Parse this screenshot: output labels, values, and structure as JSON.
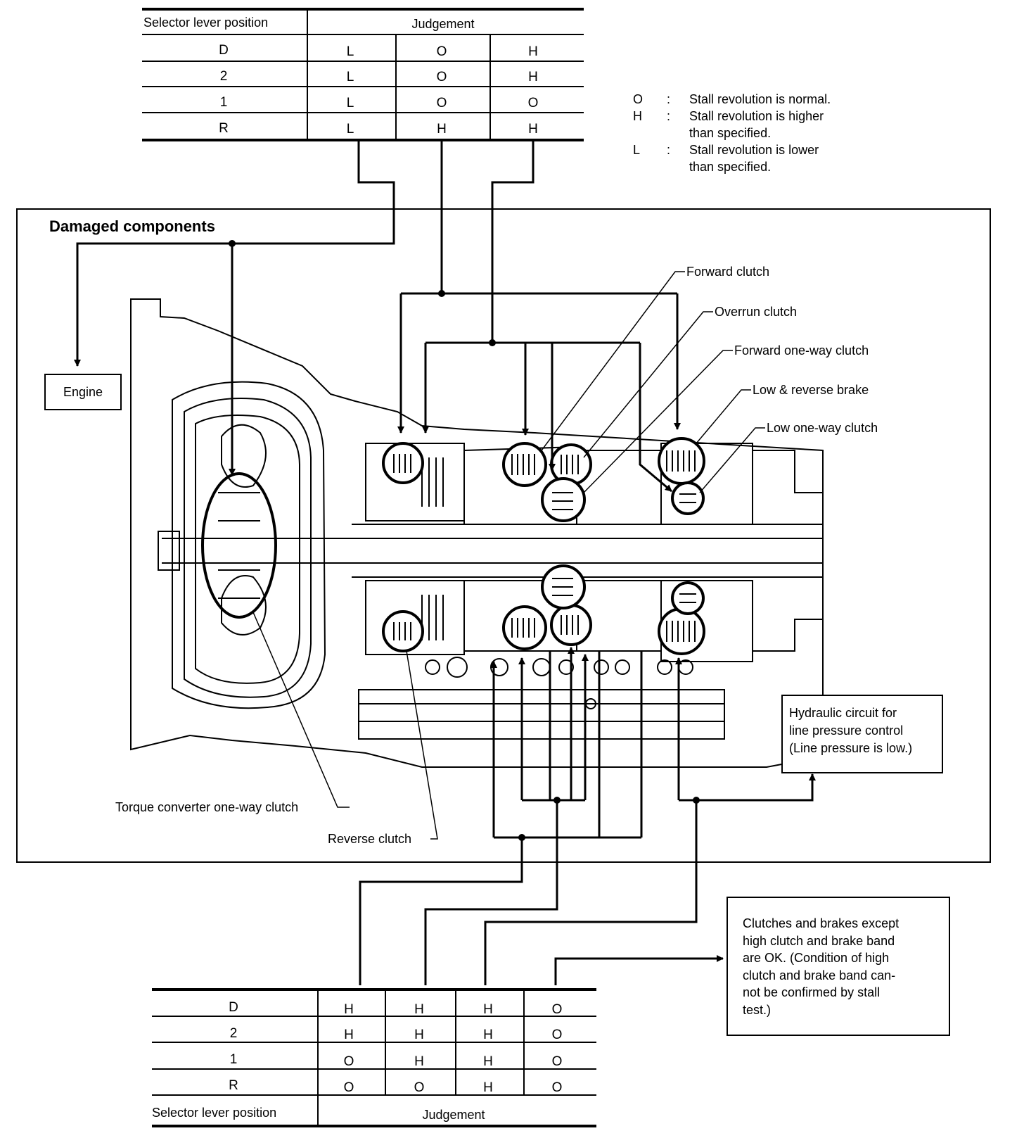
{
  "top_table": {
    "header_position": "Selector lever position",
    "header_judgement": "Judgement",
    "rows": [
      {
        "position": "D",
        "values": [
          "L",
          "O",
          "H"
        ]
      },
      {
        "position": "2",
        "values": [
          "L",
          "O",
          "H"
        ]
      },
      {
        "position": "1",
        "values": [
          "L",
          "O",
          "O"
        ]
      },
      {
        "position": "R",
        "values": [
          "L",
          "H",
          "H"
        ]
      }
    ]
  },
  "legend": [
    {
      "symbol": "O",
      "sep": ":",
      "line1": "Stall revolution is normal.",
      "line2": ""
    },
    {
      "symbol": "H",
      "sep": ":",
      "line1": "Stall revolution is higher",
      "line2": "than specified."
    },
    {
      "symbol": "L",
      "sep": ":",
      "line1": "Stall revolution is lower",
      "line2": "than specified."
    }
  ],
  "panel": {
    "title": "Damaged components",
    "engine": "Engine",
    "components": {
      "forward_clutch": "Forward clutch",
      "overrun_clutch": "Overrun clutch",
      "forward_one_way_clutch": "Forward one-way clutch",
      "low_reverse_brake": "Low & reverse brake",
      "low_one_way_clutch": "Low one-way clutch",
      "torque_converter_one_way_clutch": "Torque converter one-way clutch",
      "reverse_clutch": "Reverse clutch"
    },
    "hydraulic_box": [
      "Hydraulic circuit for",
      "line pressure control",
      "(Line pressure is low.)"
    ]
  },
  "ok_box": [
    "Clutches and brakes except",
    "high clutch and brake band",
    "are OK. (Condition of high",
    "clutch and brake band can-",
    "not be confirmed by stall",
    "test.)"
  ],
  "bottom_table": {
    "header_position": "Selector lever position",
    "header_judgement": "Judgement",
    "rows": [
      {
        "position": "D",
        "values": [
          "H",
          "H",
          "H",
          "O"
        ]
      },
      {
        "position": "2",
        "values": [
          "H",
          "H",
          "H",
          "O"
        ]
      },
      {
        "position": "1",
        "values": [
          "O",
          "H",
          "H",
          "O"
        ]
      },
      {
        "position": "R",
        "values": [
          "O",
          "O",
          "H",
          "O"
        ]
      }
    ]
  }
}
